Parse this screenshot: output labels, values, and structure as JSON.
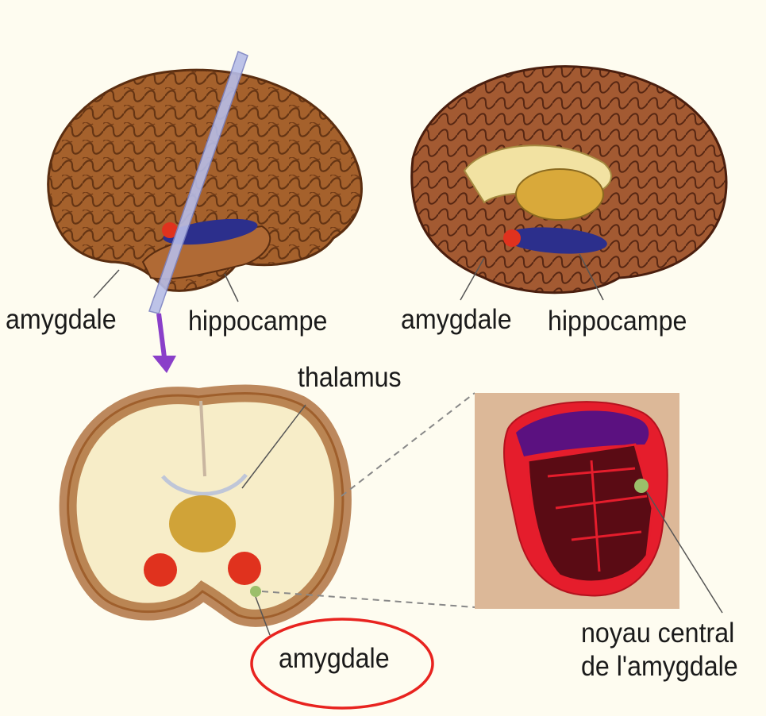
{
  "labels": {
    "lateral_amygdala": "amygdale",
    "lateral_hippocampus": "hippocampe",
    "medial_amygdala": "amygdale",
    "medial_hippocampus": "hippocampe",
    "thalamus": "thalamus",
    "central_nucleus_line1": "noyau central",
    "central_nucleus_line2": "de l'amygdale",
    "coronal_amygdala": "amygdale"
  },
  "colors": {
    "background": "#fefcf0",
    "brain_cortex": "#a5612c",
    "amygdala": "#e0321e",
    "hippocampus": "#2c2f8c",
    "highlight_circle": "#e8231f"
  }
}
